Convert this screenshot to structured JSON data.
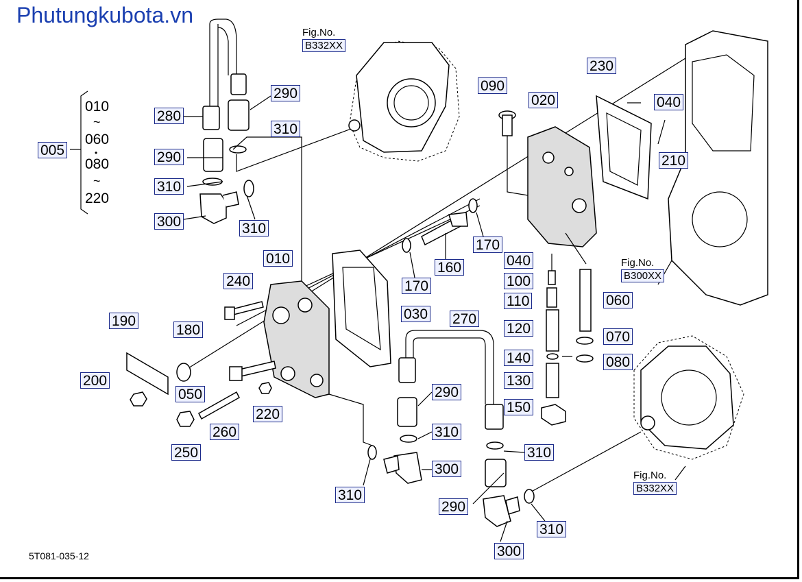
{
  "watermark": "Phutungkubota.vn",
  "diagram_code": "5T081-035-12",
  "range": {
    "main_label": "005",
    "items": [
      "010",
      "060",
      "080",
      "220"
    ],
    "tilde": "~",
    "dot": "•"
  },
  "fig_refs": [
    {
      "line1": "Fig.No.",
      "line2": "B332XX"
    },
    {
      "line1": "Fig.No.",
      "line2": "B300XX"
    },
    {
      "line1": "Fig.No.",
      "line2": "B332XX"
    }
  ],
  "callouts": [
    "280",
    "290",
    "310",
    "290",
    "310",
    "300",
    "310",
    "090",
    "020",
    "230",
    "040",
    "210",
    "010",
    "240",
    "030",
    "170",
    "160",
    "170",
    "040",
    "100",
    "110",
    "120",
    "140",
    "130",
    "150",
    "060",
    "070",
    "080",
    "190",
    "180",
    "200",
    "050",
    "260",
    "250",
    "220",
    "270",
    "290",
    "310",
    "300",
    "310",
    "290",
    "310",
    "300",
    "310"
  ]
}
